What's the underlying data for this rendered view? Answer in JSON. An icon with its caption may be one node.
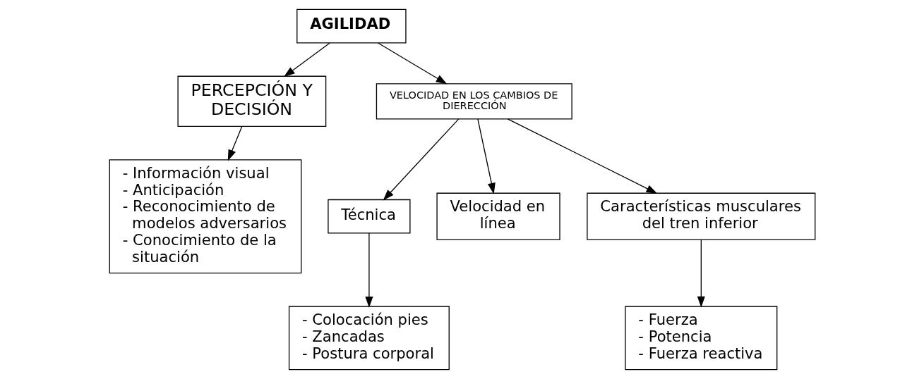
{
  "diagram": {
    "nodes": [
      {
        "text": [
          "AGILIDAD"
        ]
      },
      {
        "text": [
          "PERCEPCIÓN Y DECISIÓN"
        ]
      },
      {
        "text": [
          "VELOCIDAD EN LOS CAMBIOS DE DIERECCIÓN"
        ]
      },
      {
        "text": [
          "- Información visual",
          "- Anticipación",
          "- Reconocimiento de modelos adversarios",
          "- Conocimiento de la situación"
        ]
      },
      {
        "text": [
          "Técnica"
        ]
      },
      {
        "text": [
          "Velocidad en línea"
        ]
      },
      {
        "text": [
          "Características musculares del tren inferior"
        ]
      },
      {
        "text": [
          "- Colocación pies",
          "- Zancadas",
          "- Postura corporal"
        ]
      },
      {
        "text": [
          "- Fuerza",
          "- Potencia",
          "- Fuerza reactiva"
        ]
      }
    ],
    "edges": [
      {
        "from": 0,
        "to": 1,
        "arrow": "to"
      },
      {
        "from": 0,
        "to": 2,
        "arrow": "to"
      },
      {
        "from": 1,
        "to": 3,
        "arrow": "to"
      },
      {
        "from": 2,
        "to": 4,
        "arrow": "to"
      },
      {
        "from": 2,
        "to": 5,
        "arrow": "to"
      },
      {
        "from": 2,
        "to": 6,
        "arrow": "to"
      },
      {
        "from": 4,
        "to": 7,
        "arrow": "to"
      },
      {
        "from": 6,
        "to": 8,
        "arrow": "to"
      }
    ]
  }
}
